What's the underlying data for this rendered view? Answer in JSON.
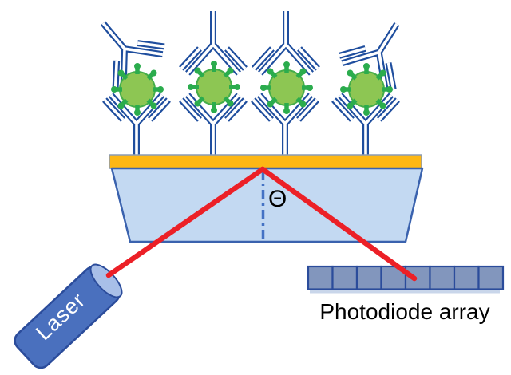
{
  "labels": {
    "theta": "Θ",
    "laser": "Laser",
    "photodiode_array": "Photodiode array"
  },
  "photodiode_array": {
    "cells": 8
  },
  "biosensor": {
    "antibody_complexes": 4,
    "spikes_per_virus": 8
  },
  "colors": {
    "antibody_blue": "#1F4E9E",
    "virus_fill": "#8DC653",
    "virus_border": "#45AD49",
    "spike_green": "#2BAC4D",
    "gold_fill": "#FDB714",
    "gold_border": "#8A9BB5",
    "prism_fill": "#C3D9F2",
    "prism_border": "#3A62AE",
    "beam_red": "#EC2027",
    "normal_line_blue": "#4472C4",
    "laser_body": "#4A70BE",
    "laser_face": "#A8BFE8",
    "laser_outline": "#2B4C9B",
    "photodiode_fill": "#8296BD",
    "photodiode_border": "#2B4C9B",
    "photodiode_shadow": "#C9D6EA",
    "text_color": "#000000"
  }
}
